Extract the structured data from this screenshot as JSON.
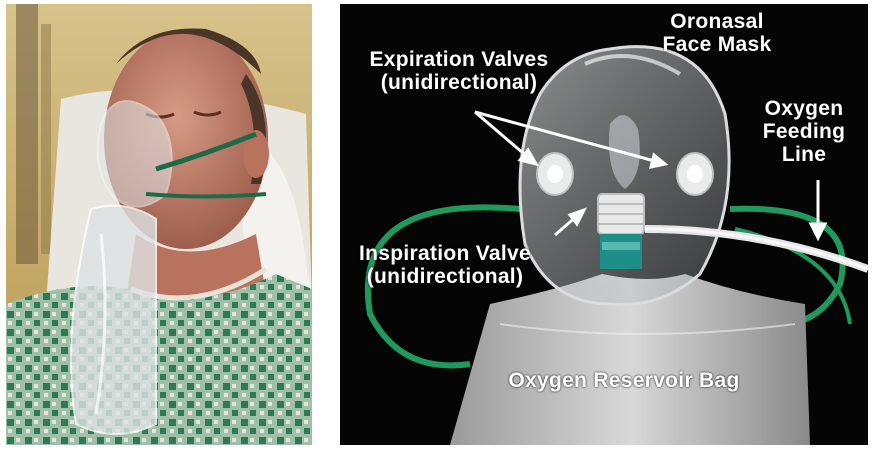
{
  "labels": {
    "face_mask_line1": "Oronasal",
    "face_mask_line2": "Face Mask",
    "expiration_line1": "Expiration Valves",
    "expiration_line2": "(unidirectional)",
    "oxygen_line1": "Oxygen",
    "oxygen_line2": "Feeding",
    "oxygen_line3": "Line",
    "inspiration_line1": "Inspiration Valve",
    "inspiration_line2": "(unidirectional)",
    "reservoir": "Oxygen Reservoir Bag"
  },
  "colors": {
    "label_text": "#ffffff",
    "arrow": "#ffffff",
    "tubing_green": "#1f9a5c",
    "valve_teal": "#1e8f86",
    "background_right": "#050505"
  },
  "icons": {
    "arrows": "white-pointer-arrows"
  }
}
